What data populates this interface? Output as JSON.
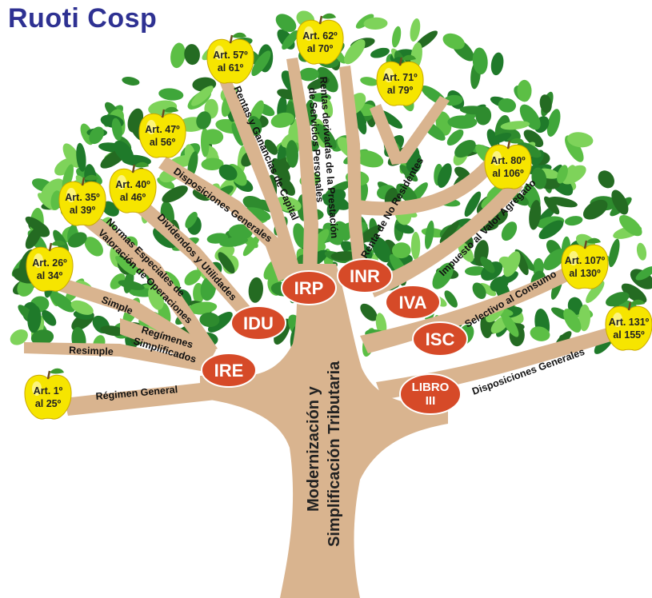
{
  "brand": "Ruoti Cosp",
  "trunk": {
    "line1": "Modernización y",
    "line2": "Simplificación Tributaria"
  },
  "colors": {
    "brand": "#2e3192",
    "branch": "#d9b48f",
    "oval": "#d64a28",
    "apple": "#f6e500",
    "leaf": "#2e8b2e",
    "leaf_light": "#6cc24a"
  },
  "ovals": {
    "ire": "IRE",
    "idu": "IDU",
    "irp": "IRP",
    "inr": "INR",
    "iva": "IVA",
    "isc": "ISC",
    "libro_line1": "LIBRO",
    "libro_line2": "III"
  },
  "branches": {
    "regimen_general": "Régimen General",
    "resimple": "Resimple",
    "regimenes_line1": "Regímenes",
    "regimenes_line2": "Simplificados",
    "simple": "Simple",
    "normas_line1": "Normas Especiales de",
    "normas_line2": "Valoración de Operaciones",
    "dividendos": "Dividendos y Utilidades",
    "disposiciones_generales_idu": "Disposiciones Generales",
    "rentas_ganancias": "Rentas y Ganancias de Capital",
    "rentas_derivadas_line1": "Rentas derivadas de la Prestación",
    "rentas_derivadas_line2": "de Servicios Personales",
    "renta_no_residentes": "Renta  de No Residentes",
    "impuesto_valor": "Impuesto al Valor Agregado",
    "selectivo": "Selectivo al Consumo",
    "disposiciones_generales_libro": "Disposiciones Generales"
  },
  "apples": [
    {
      "id": "a1",
      "line1": "Art. 1º",
      "line2": "al 25º"
    },
    {
      "id": "a26",
      "line1": "Art. 26º",
      "line2": "al 34º"
    },
    {
      "id": "a35",
      "line1": "Art. 35º",
      "line2": "al 39º"
    },
    {
      "id": "a40",
      "line1": "Art. 40º",
      "line2": "al 46º"
    },
    {
      "id": "a47",
      "line1": "Art. 47º",
      "line2": "al 56º"
    },
    {
      "id": "a57",
      "line1": "Art. 57º",
      "line2": "al 61º"
    },
    {
      "id": "a62",
      "line1": "Art. 62º",
      "line2": "al 70º"
    },
    {
      "id": "a71",
      "line1": "Art. 71º",
      "line2": "al 79º"
    },
    {
      "id": "a80",
      "line1": "Art. 80º",
      "line2": "al 106º"
    },
    {
      "id": "a107",
      "line1": "Art. 107º",
      "line2": "al 130º"
    },
    {
      "id": "a131",
      "line1": "Art. 131º",
      "line2": "al 155º"
    }
  ]
}
